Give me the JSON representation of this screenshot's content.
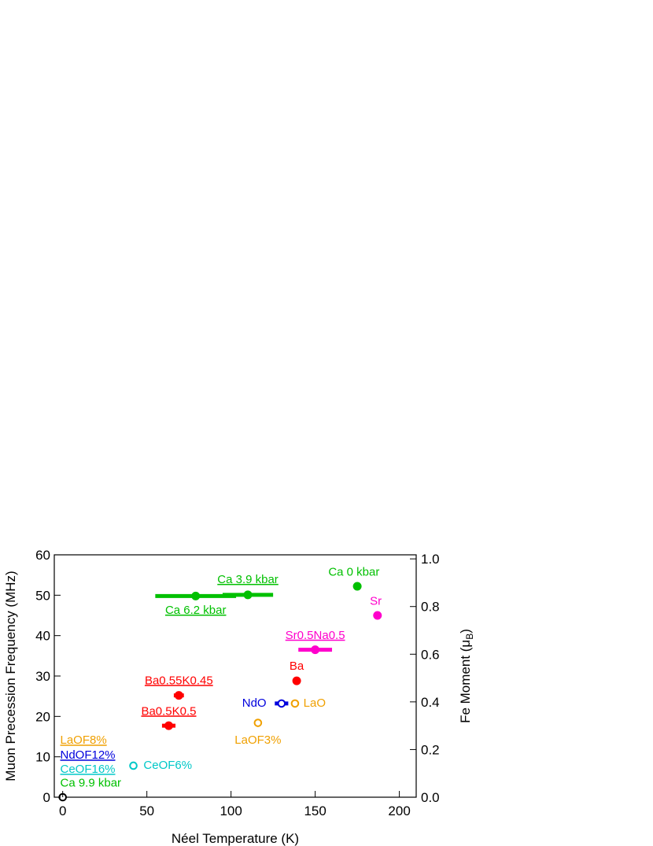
{
  "chart_data": {
    "type": "scatter",
    "xlabel": "Néel Temperature (K)",
    "ylabel": "Muon Precession Frequency (MHz)",
    "ylabel2": "Fe Moment (μB)",
    "ylabel2_main": "Fe Moment (μ",
    "ylabel2_sub": "B",
    "ylabel2_close": ")",
    "xlim": [
      -5,
      210
    ],
    "ylim": [
      0,
      60
    ],
    "ylim2": [
      0,
      1.017
    ],
    "xticks": [
      0,
      50,
      100,
      150,
      200
    ],
    "yticks": [
      0,
      10,
      20,
      30,
      40,
      50,
      60
    ],
    "y2ticks": [
      0.0,
      0.2,
      0.4,
      0.6,
      0.8,
      1.0
    ],
    "y2tick_labels": [
      "0.0",
      "0.2",
      "0.4",
      "0.6",
      "0.8",
      "1.0"
    ],
    "grid": false,
    "points": [
      {
        "name": "Ca 0 kbar",
        "x": 175,
        "y": 52.2,
        "color": "#00c000",
        "filled": true,
        "xerr": 0
      },
      {
        "name": "Sr",
        "x": 187,
        "y": 45,
        "color": "#ff00cc",
        "filled": true,
        "xerr": 0
      },
      {
        "name": "Ca 3.9 kbar",
        "x": 110,
        "y": 50.1,
        "color": "#00c000",
        "filled": true,
        "xerr": 15
      },
      {
        "name": "Ca 6.2 kbar",
        "x": 79,
        "y": 49.8,
        "color": "#00c000",
        "filled": true,
        "xerr": 24
      },
      {
        "name": "Sr0.5Na0.5",
        "x": 150,
        "y": 36.5,
        "color": "#ff00cc",
        "filled": true,
        "xerr": 10
      },
      {
        "name": "Ba",
        "x": 139,
        "y": 28.8,
        "color": "#ff0000",
        "filled": true,
        "xerr": 2
      },
      {
        "name": "Ba0.55K0.45",
        "x": 69,
        "y": 25.2,
        "color": "#ff0000",
        "filled": true,
        "xerr": 3
      },
      {
        "name": "Ba0.5K0.5",
        "x": 63,
        "y": 17.7,
        "color": "#ff0000",
        "filled": true,
        "xerr": 4
      },
      {
        "name": "NdO",
        "x": 130,
        "y": 23.2,
        "color": "#0000dd",
        "filled": false,
        "xerr": 4
      },
      {
        "name": "LaO",
        "x": 138,
        "y": 23.2,
        "color": "#f0a000",
        "filled": false,
        "xerr": 0
      },
      {
        "name": "LaOF3%",
        "x": 116,
        "y": 18.4,
        "color": "#f0a000",
        "filled": false,
        "xerr": 0
      },
      {
        "name": "CeOF6%",
        "x": 42,
        "y": 7.8,
        "color": "#00c8c8",
        "filled": false,
        "xerr": 0
      },
      {
        "name": "Ca 9.9 kbar",
        "x": 0,
        "y": 0,
        "color": "#000000",
        "filled": false,
        "xerr": 0
      }
    ],
    "labels": [
      {
        "text": "Ca 0 kbar",
        "x": 173,
        "y": 54.8,
        "anchor": "middle",
        "color": "#00c000",
        "underline": false
      },
      {
        "text": "Sr",
        "x": 186,
        "y": 47.6,
        "anchor": "middle",
        "color": "#ff00cc",
        "underline": false
      },
      {
        "text": "Ca 3.9 kbar",
        "x": 110,
        "y": 53.0,
        "anchor": "middle",
        "color": "#00c000",
        "underline": true
      },
      {
        "text": "Ca 6.2 kbar",
        "x": 79,
        "y": 45.4,
        "anchor": "middle",
        "color": "#00c000",
        "underline": true
      },
      {
        "text": "Sr0.5Na0.5",
        "x": 150,
        "y": 39.2,
        "anchor": "middle",
        "color": "#ff00cc",
        "underline": true
      },
      {
        "text": "Ba",
        "x": 139,
        "y": 31.6,
        "anchor": "middle",
        "color": "#ff0000",
        "underline": false
      },
      {
        "text": "Ba0.55K0.45",
        "x": 69,
        "y": 28.0,
        "anchor": "middle",
        "color": "#ff0000",
        "underline": true
      },
      {
        "text": "Ba0.5K0.5",
        "x": 63,
        "y": 20.4,
        "anchor": "middle",
        "color": "#ff0000",
        "underline": true
      },
      {
        "text": "NdO",
        "x": 121,
        "y": 22.4,
        "anchor": "end",
        "color": "#0000dd",
        "underline": false
      },
      {
        "text": "LaO",
        "x": 143,
        "y": 22.4,
        "anchor": "start",
        "color": "#f0a000",
        "underline": false
      },
      {
        "text": "LaOF3%",
        "x": 116,
        "y": 13.2,
        "anchor": "middle",
        "color": "#f0a000",
        "underline": false
      },
      {
        "text": "CeOF6%",
        "x": 48,
        "y": 7.0,
        "anchor": "start",
        "color": "#00c8c8",
        "underline": false
      },
      {
        "text": "LaOF8%",
        "x": -1.5,
        "y": 13.2,
        "anchor": "start",
        "color": "#f0a000",
        "underline": true
      },
      {
        "text": "NdOF12%",
        "x": -1.5,
        "y": 9.5,
        "anchor": "start",
        "color": "#0000dd",
        "underline": true
      },
      {
        "text": "CeOF16%",
        "x": -1.5,
        "y": 6.0,
        "anchor": "start",
        "color": "#00c8c8",
        "underline": true
      },
      {
        "text": "Ca 9.9 kbar",
        "x": -1.5,
        "y": 2.6,
        "anchor": "start",
        "color": "#00c000",
        "underline": false
      }
    ]
  }
}
